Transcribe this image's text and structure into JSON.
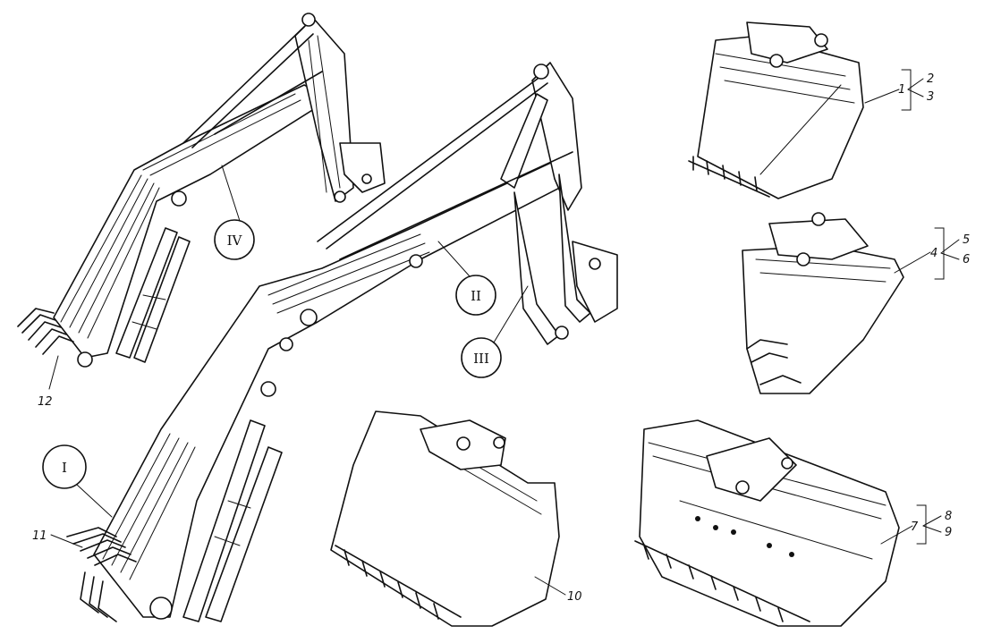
{
  "figure": {
    "roman_labels": [
      {
        "id": "I",
        "text": "I"
      },
      {
        "id": "II",
        "text": "II"
      },
      {
        "id": "III",
        "text": "III"
      },
      {
        "id": "IV",
        "text": "IV"
      }
    ],
    "part_numbers": {
      "n1": "1",
      "n2": "2",
      "n3": "3",
      "n4": "4",
      "n5": "5",
      "n6": "6",
      "n7": "7",
      "n8": "8",
      "n9": "9",
      "n10": "10",
      "n11": "11",
      "n12": "12"
    }
  }
}
